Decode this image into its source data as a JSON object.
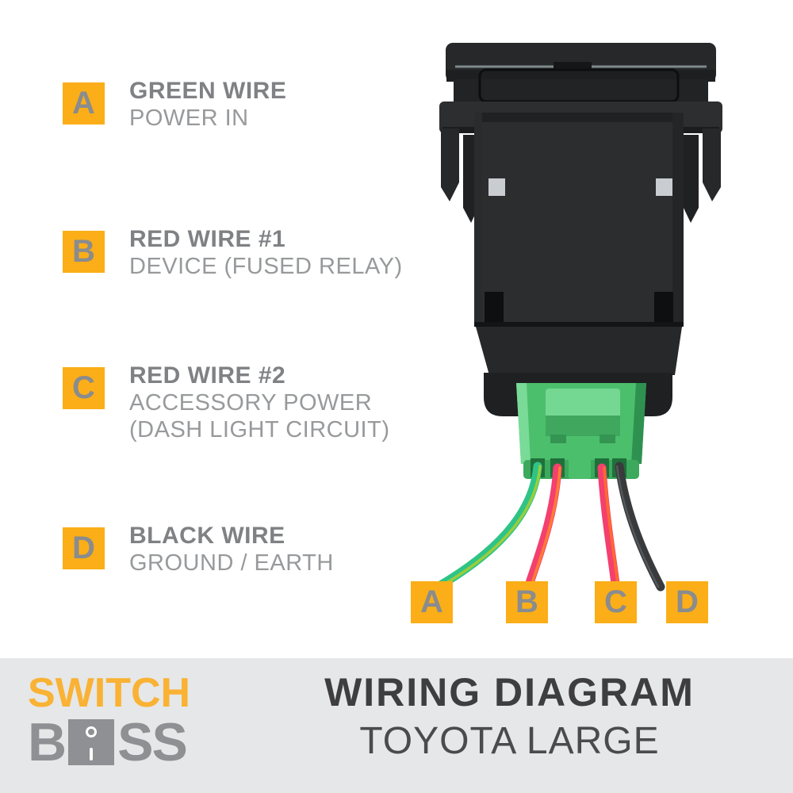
{
  "legend": {
    "items": [
      {
        "letter": "A",
        "title": "GREEN WIRE",
        "lines": [
          "POWER IN"
        ]
      },
      {
        "letter": "B",
        "title": "RED WIRE #1",
        "lines": [
          "DEVICE (FUSED RELAY)"
        ]
      },
      {
        "letter": "C",
        "title": "RED WIRE #2",
        "lines": [
          "ACCESSORY POWER",
          "(DASH LIGHT CIRCUIT)"
        ]
      },
      {
        "letter": "D",
        "title": "BLACK WIRE",
        "lines": [
          "GROUND / EARTH"
        ]
      }
    ]
  },
  "wire_labels": {
    "a": "A",
    "b": "B",
    "c": "C",
    "d": "D"
  },
  "footer": {
    "brand_word_top": "SWITCH",
    "brand_word_bottom_pre": "B",
    "brand_word_bottom_post": "SS",
    "title": "WIRING DIAGRAM",
    "subtitle": "TOYOTA LARGE"
  },
  "diagram": {
    "subject": "Toyota Large push switch with green 4-pin connector",
    "wires": [
      {
        "label": "A",
        "color_name": "green"
      },
      {
        "label": "B",
        "color_name": "red"
      },
      {
        "label": "C",
        "color_name": "red"
      },
      {
        "label": "D",
        "color_name": "black"
      }
    ]
  },
  "colors": {
    "badge_orange": "#FBAE17",
    "logo_orange": "#F9B233",
    "badge_letter_gray": "#8A8C8E",
    "legend_title_gray": "#7F8184",
    "legend_sub_gray": "#97999B",
    "footer_bg": "#E6E7E8",
    "footer_title": "#3E3E40",
    "footer_subtitle": "#4A4B4D",
    "logo_gray": "#8E9093",
    "wire_green": "#2EC487",
    "wire_green_stripe": "#9ACD3C",
    "wire_red": "#F43F6F",
    "wire_red_highlight": "#FF7B35",
    "wire_black": "#393A3C",
    "connector_green": "#4CBF6C"
  }
}
